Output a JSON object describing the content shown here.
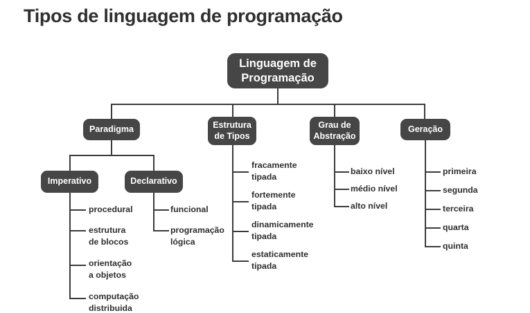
{
  "page": {
    "title": "Tipos de linguagem de programação",
    "background_color": "#ffffff",
    "node_color": "#464646",
    "node_text_color": "#ffffff",
    "line_color": "#3a3a3a",
    "leaf_text_color": "#2e2e2e"
  },
  "diagram": {
    "type": "tree",
    "root": {
      "label": "Linguagem de\nProgramação"
    },
    "branches": [
      {
        "label": "Paradigma",
        "children": [
          {
            "label": "Imperativo",
            "leaves": [
              "procedural",
              "estrutura\nde blocos",
              "orientação\na objetos",
              "computação\ndistribuida"
            ]
          },
          {
            "label": "Declarativo",
            "leaves": [
              "funcional",
              "programação\nlógica"
            ]
          }
        ]
      },
      {
        "label": "Estrutura\nde Tipos",
        "leaves": [
          "fracamente\ntipada",
          "fortemente\ntipada",
          "dinamicamente\ntipada",
          "estaticamente\ntipada"
        ]
      },
      {
        "label": "Grau de\nAbstração",
        "leaves": [
          "baixo nível",
          "médio nível",
          "alto nível"
        ]
      },
      {
        "label": "Geração",
        "leaves": [
          "primeira",
          "segunda",
          "terceira",
          "quarta",
          "quinta"
        ]
      }
    ]
  }
}
